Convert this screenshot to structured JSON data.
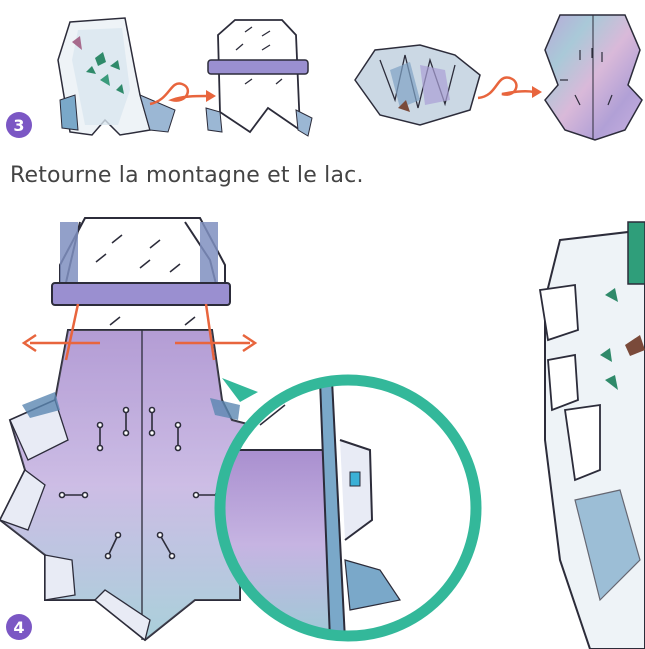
{
  "instruction": {
    "text": "Retourne la montagne et le lac."
  },
  "steps": [
    {
      "number": "3"
    },
    {
      "number": "4"
    }
  ],
  "colors": {
    "badge": "#7b57c4",
    "arrow_orange": "#e8653d",
    "magnifier_teal": "#33b89a",
    "band_purple": "#9a8fd0",
    "outline": "#2c2c3a"
  },
  "icons": {
    "loop_arrow": "loop-arrow-icon",
    "pull_arrow": "double-arrow-icon"
  }
}
